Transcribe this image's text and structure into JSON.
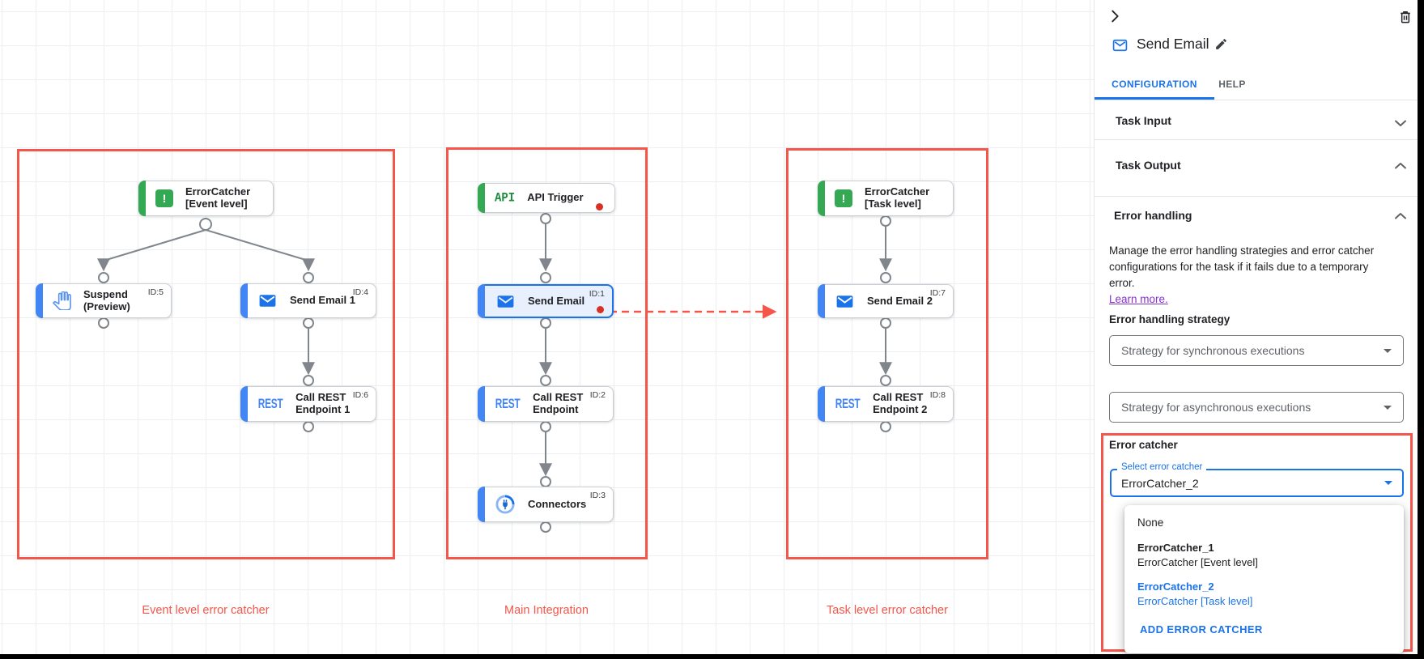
{
  "colors": {
    "accent_blue": "#1a73e8",
    "node_blue": "#4285f4",
    "green": "#34a853",
    "group_red": "#f4564a",
    "dot_red": "#d93025",
    "link_visited": "#8430ce"
  },
  "canvas": {
    "icons": {
      "bang": "!",
      "api": "API",
      "rest": "REST"
    },
    "groups": [
      {
        "label": "Event level error catcher"
      },
      {
        "label": "Main Integration"
      },
      {
        "label": "Task level error catcher"
      }
    ],
    "nodes": {
      "ec_event": {
        "label": "ErrorCatcher\n[Event level]"
      },
      "suspend": {
        "label": "Suspend\n(Preview)",
        "id": "ID:5"
      },
      "send_email_1": {
        "label": "Send Email 1",
        "id": "ID:4"
      },
      "rest_1": {
        "label": "Call REST\nEndpoint 1",
        "id": "ID:6"
      },
      "api_trigger": {
        "label": "API Trigger"
      },
      "send_email": {
        "label": "Send Email",
        "id": "ID:1"
      },
      "rest_main": {
        "label": "Call REST\nEndpoint",
        "id": "ID:2"
      },
      "connectors": {
        "label": "Connectors",
        "id": "ID:3"
      },
      "ec_task": {
        "label": "ErrorCatcher\n[Task level]"
      },
      "send_email_2": {
        "label": "Send Email 2",
        "id": "ID:7"
      },
      "rest_2": {
        "label": "Call REST\nEndpoint 2",
        "id": "ID:8"
      }
    }
  },
  "panel": {
    "title": "Send Email",
    "tabs": [
      {
        "label": "CONFIGURATION"
      },
      {
        "label": "HELP"
      }
    ],
    "sections": [
      {
        "label": "Task Input"
      },
      {
        "label": "Task Output"
      }
    ],
    "error_handling": {
      "title": "Error handling",
      "description": "Manage the error handling strategies and error catcher configurations for the task if it fails due to a temporary error.",
      "learn_more": "Learn more.",
      "strategy_label": "Error handling strategy",
      "sync_select": "Strategy for synchronous executions",
      "async_select": "Strategy for asynchronous executions",
      "catcher_label": "Error catcher",
      "select_label": "Select error catcher",
      "select_value": "ErrorCatcher_2",
      "menu": {
        "none": "None",
        "options": [
          {
            "name": "ErrorCatcher_1",
            "desc": "ErrorCatcher [Event level]"
          },
          {
            "name": "ErrorCatcher_2",
            "desc": "ErrorCatcher [Task level]"
          }
        ],
        "add": "ADD ERROR CATCHER"
      }
    }
  }
}
